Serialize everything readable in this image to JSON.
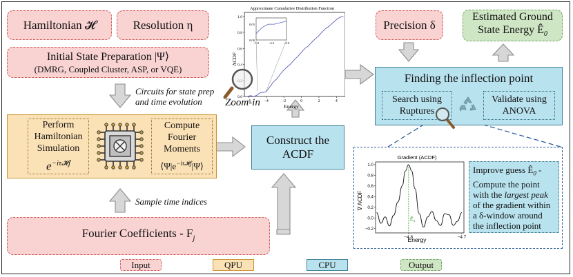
{
  "inputs": {
    "hamiltonian": "Hamiltonian 𝓗",
    "resolution": "Resolution η",
    "initial_state_title": "Initial State Preparation |Ψ⟩",
    "initial_state_methods": "(DMRG, Coupled Cluster, ASP, or VQE)",
    "fourier_coefficients": "Fourier Coefficients - F",
    "fourier_sub": "j",
    "precision": "Precision δ"
  },
  "captions": {
    "circuits_line1": "Circuits for state prep",
    "circuits_line2": "and time evolution",
    "sample_time": "Sample time indices",
    "zoom_in": "Zoom-in"
  },
  "qpu": {
    "simulation_line1": "Perform",
    "simulation_line2": "Hamiltonian",
    "simulation_line3": "Simulation",
    "simulation_formula": "e",
    "simulation_exponent": "−iτ𝓗j",
    "moments_line1": "Compute",
    "moments_line2": "Fourier",
    "moments_line3": "Moments",
    "moments_formula": "⟨Ψ|e",
    "moments_exponent": "−iτ𝓗j",
    "moments_tail": "|Ψ⟩"
  },
  "cpu": {
    "construct_line1": "Construct the",
    "construct_line2": "ACDF",
    "inflection_title": "Finding the inflection point",
    "search_line1": "Search using",
    "search_line2": "Ruptures",
    "validate_line1": "Validate using",
    "validate_line2": "ANOVA",
    "recycle_icon": "recycle-icon"
  },
  "output": {
    "line1": "Estimated Ground",
    "line2": "State Energy Ê",
    "sub": "0"
  },
  "improve_note": {
    "line1": "Improve guess Ê",
    "line1_sub": "0",
    "line1_tail": " -",
    "line2": "Compute the point",
    "line3a": "with the ",
    "line3b": "largest peak",
    "line4": "of the gradient within",
    "line5": "a δ-window around",
    "line6": "the inflection point"
  },
  "legend": {
    "input": "Input",
    "qpu": "QPU",
    "cpu": "CPU",
    "output": "Output"
  },
  "chart_data": [
    {
      "type": "line",
      "title": "Approximate Cumulative Distribution Function",
      "xlabel": "Energy",
      "ylabel": "ACDF",
      "x_ticks": [
        "−6",
        "−4",
        "−2",
        "0",
        "2",
        "4"
      ],
      "y_ticks": [
        "0.0",
        "0.2",
        "0.4",
        "0.6",
        "0.8",
        "1.0"
      ],
      "xlim": [
        -6.5,
        5.0
      ],
      "ylim": [
        0.0,
        1.05
      ],
      "inset": {
        "x_ticks": [
          "−5.0",
          "−4.5",
          "−4.0"
        ],
        "y_ticks": [
          "0.05",
          "0.00"
        ],
        "xlim": [
          -5.0,
          -4.0
        ],
        "ylim": [
          0.0,
          0.07
        ]
      },
      "series": [
        {
          "x": [
            -6.2,
            -5.8,
            -5.4,
            -5.0,
            -4.8,
            -4.6,
            -4.4,
            -4.0,
            -3.6,
            -3.2,
            -2.8,
            -2.4,
            -2.0,
            -1.6,
            -1.2,
            -0.8,
            -0.4,
            0.0,
            0.4,
            0.8,
            1.2,
            1.6,
            2.0,
            2.4,
            2.8,
            3.2,
            3.6,
            4.0,
            4.4,
            4.8
          ],
          "y": [
            0.0,
            0.01,
            0.0,
            0.02,
            0.04,
            0.05,
            0.05,
            0.06,
            0.12,
            0.18,
            0.22,
            0.28,
            0.33,
            0.37,
            0.41,
            0.46,
            0.5,
            0.55,
            0.6,
            0.63,
            0.68,
            0.72,
            0.76,
            0.81,
            0.85,
            0.88,
            0.92,
            0.96,
            0.99,
            1.0
          ]
        }
      ]
    },
    {
      "type": "line",
      "title": "Gradient (ACDF)",
      "xlabel": "Energy",
      "ylabel": "∇ ACDF",
      "x_ticks": [
        "−4.8",
        "−4.7"
      ],
      "y_ticks": [
        "−0.2",
        "0.0",
        "0.2",
        "0.4",
        "0.6",
        "0.8",
        "1.0"
      ],
      "xlim": [
        -4.862,
        -4.696
      ],
      "ylim": [
        -0.28,
        1.05
      ],
      "annotation": "Ê",
      "annotation_sub": "0",
      "annotation_x": -4.8,
      "series": [
        {
          "x": [
            -4.86,
            -4.852,
            -4.844,
            -4.836,
            -4.828,
            -4.82,
            -4.812,
            -4.806,
            -4.8,
            -4.794,
            -4.788,
            -4.78,
            -4.772,
            -4.764,
            -4.756,
            -4.748,
            -4.74,
            -4.732,
            -4.724,
            -4.716,
            -4.708,
            -4.7
          ],
          "y": [
            0.1,
            -0.1,
            0.02,
            -0.15,
            0.05,
            0.3,
            0.6,
            0.88,
            1.0,
            0.88,
            0.55,
            0.08,
            -0.17,
            0.02,
            0.12,
            -0.05,
            -0.14,
            0.08,
            0.06,
            -0.14,
            -0.06,
            0.1
          ]
        }
      ]
    }
  ]
}
